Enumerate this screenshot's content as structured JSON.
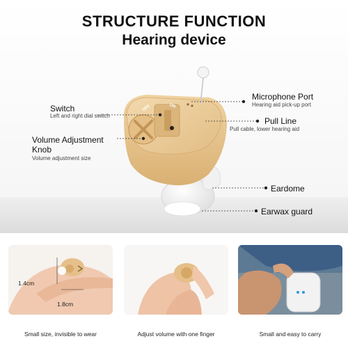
{
  "header": {
    "title": "STRUCTURE FUNCTION",
    "subtitle": "Hearing device"
  },
  "callouts": {
    "switch": {
      "name": "Switch",
      "desc": "Left and right dial switch"
    },
    "volume": {
      "name_line1": "Volume Adjustment",
      "name_line2": "Knob",
      "desc": "Volume adjustment size"
    },
    "microphone": {
      "name": "Microphone Port",
      "desc": "Hearing aid pick-up port"
    },
    "pull_line": {
      "name": "Pull Line",
      "desc": "Pull cable, lower hearing aid"
    },
    "eardome": {
      "name": "Eardome"
    },
    "earwax": {
      "name": "Earwax guard"
    }
  },
  "device": {
    "switch_off": "OFF",
    "switch_on": "ON"
  },
  "photos": {
    "size": {
      "caption": "Small size, invisible to wear",
      "height_dim": "1.4cm",
      "width_dim": "1.8cm"
    },
    "finger": {
      "caption": "Adjust volume with one finger"
    },
    "carry": {
      "caption": "Small and easy to carry"
    }
  },
  "colors": {
    "shell": "#e8c48c",
    "shell_dark": "#c99e60",
    "dome": "#f4f4f4",
    "accent_dot": "#222222"
  }
}
